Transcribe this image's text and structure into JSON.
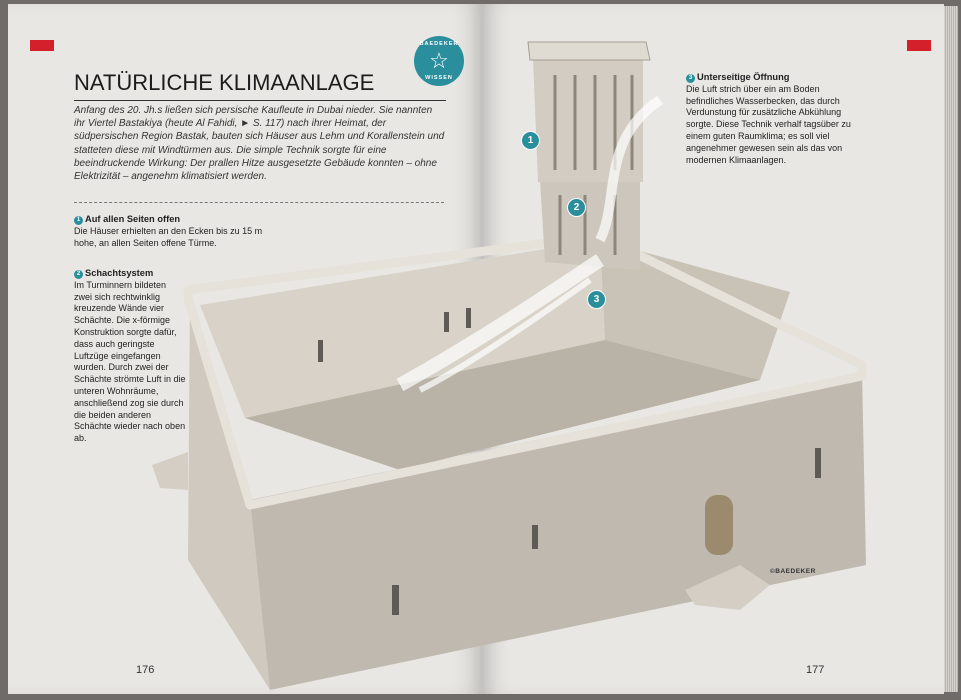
{
  "left_page": {
    "title": "NATÜRLICHE KLIMAANLAGE",
    "badge": {
      "top": "BAEDEKER",
      "bottom": "WISSEN",
      "icon": "star-icon"
    },
    "intro": "Anfang des 20. Jh.s ließen sich persische Kaufleute in Dubai nieder. Sie nannten ihr Viertel Bastakiya (heute Al Fahidi, ► S. 117) nach ihrer Heimat, der südpersischen Region Bastak, bauten sich Häuser aus Lehm und Korallenstein und statteten diese mit Windtürmen aus. Die simple Technik sorgte für eine beeindruckende Wirkung: Der prallen Hitze ausgesetzte Gebäude konnten – ohne Elektrizität – angenehm klimatisiert werden.",
    "notes": [
      {
        "num": "1",
        "heading": "Auf allen Seiten offen",
        "text": "Die Häuser erhielten an den Ecken bis zu 15 m hohe, an allen Seiten offene Türme."
      },
      {
        "num": "2",
        "heading": "Schachtsystem",
        "text": "Im Turminnern bildeten zwei sich rechtwinklig kreuzende Wände vier Schächte. Die x-förmige Konstruktion sorgte dafür, dass auch geringste Luftzüge eingefangen wurden. Durch zwei der Schächte strömte Luft in die unteren Wohnräume, anschließend zog sie durch die beiden anderen Schächte wieder nach oben ab."
      }
    ],
    "page_number": "176"
  },
  "right_page": {
    "notes": [
      {
        "num": "3",
        "heading": "Unterseitige Öffnung",
        "text": "Die Luft strich über ein am Boden befindliches Wasserbecken, das durch Verdunstung für zusätzliche Abkühlung sorgte. Diese Technik verhalf tagsüber zu einem guten Raumklima; es soll viel angenehmer gewesen sein als das von modernen Klimaanlagen."
      }
    ],
    "copyright": "©BAEDEKER",
    "page_number": "177"
  },
  "callouts": [
    "1",
    "2",
    "3"
  ],
  "colors": {
    "accent": "#2b8e9c",
    "tab_red": "#d3202a",
    "paper": "#e9e7e3"
  }
}
